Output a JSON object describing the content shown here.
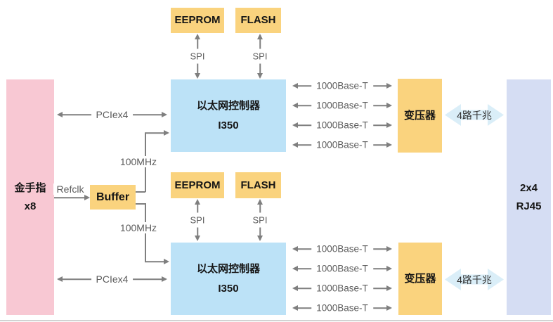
{
  "diagram_title": "I350 quad-port Ethernet NIC block diagram",
  "blocks": {
    "gold_finger": {
      "line1": "金手指",
      "line2": "x8"
    },
    "buffer": "Buffer",
    "eeprom": "EEPROM",
    "flash": "FLASH",
    "controller": {
      "line1": "以太网控制器",
      "line2": "I350"
    },
    "transformer": "变压器",
    "rj45": {
      "line1": "2x4",
      "line2": "RJ45"
    }
  },
  "connectors": {
    "pcie": "PCIex4",
    "refclk": "Refclk",
    "clock": "100MHz",
    "spi": "SPI",
    "ethernet": "1000Base-T",
    "gigabit": "4路千兆"
  },
  "colors": {
    "pink_block": "#F8C8D3",
    "yellow_block": "#FAD37E",
    "blue_block": "#BCE2F7",
    "lavender_block": "#D5DDF3",
    "fat_arrow": "#DAEEF8",
    "line": "#7f7f7f",
    "label_text": "#5c5c5c",
    "block_text": "#151515"
  }
}
